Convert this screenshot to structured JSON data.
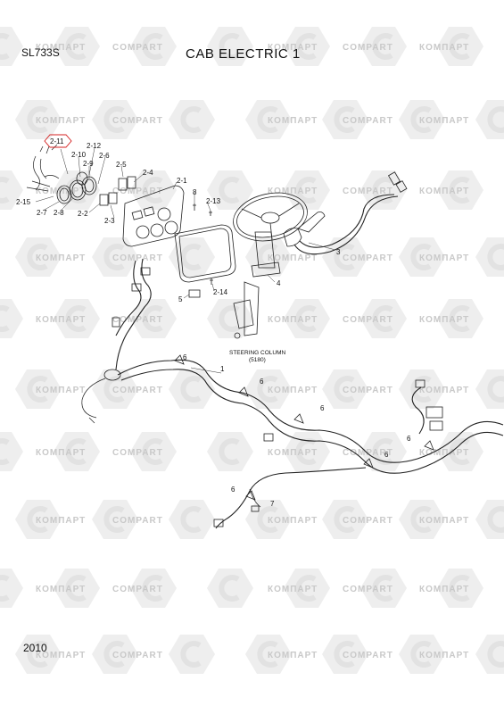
{
  "header": {
    "model": "SL733S",
    "title": "CAB ELECTRIC 1"
  },
  "footer": {
    "year": "2010"
  },
  "watermark": {
    "texts": [
      "КОМПАРТ",
      "COMPART"
    ],
    "color": "#c9c9c9"
  },
  "callouts": {
    "c2_11": "2-11",
    "c2_12": "2-12",
    "c2_10": "2-10",
    "c2_6": "2-6",
    "c2_9": "2-9",
    "c2_5": "2-5",
    "c2_4": "2-4",
    "c2_1": "2-1",
    "c2_15": "2-15",
    "c2_7": "2-7",
    "c2_8": "2-8",
    "c2_2": "2-2",
    "c2_3": "2-3",
    "c8": "8",
    "c2_13": "2-13",
    "c3": "3",
    "c4": "4",
    "c5": "5",
    "c2_14": "2-14",
    "c1": "1",
    "c6a": "6",
    "c6b": "6",
    "c6c": "6",
    "c6d": "6",
    "c6e": "6",
    "c6f": "6",
    "c7": "7"
  },
  "annotations": {
    "steering_line1": "STEERING COLUMN",
    "steering_line2": "(5180)"
  },
  "highlight_color": "#d42020"
}
